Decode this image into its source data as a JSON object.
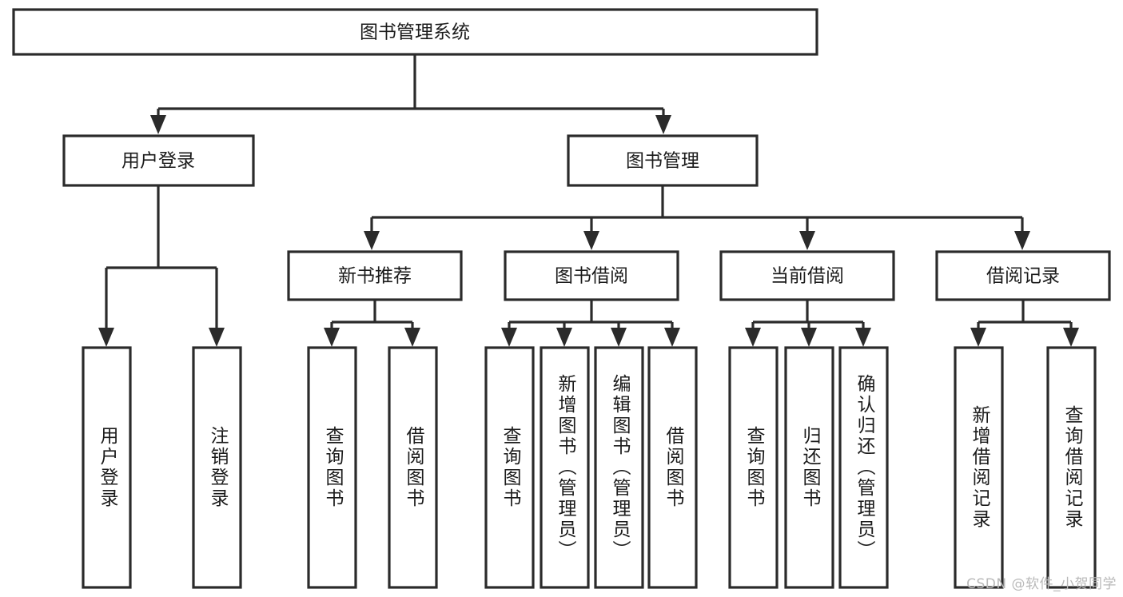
{
  "diagram": {
    "title": "图书管理系统",
    "type": "tree-hierarchy",
    "watermark": "CSDN @软件_小贺同学",
    "colors": {
      "stroke": "#2b2b2b",
      "fill": "#ffffff",
      "text": "#1b1b1b",
      "watermark": "#b9b9b9"
    },
    "root": {
      "id": "root",
      "label": "图书管理系统"
    },
    "level2": [
      {
        "id": "user-login",
        "label": "用户登录"
      },
      {
        "id": "book-manage",
        "label": "图书管理"
      }
    ],
    "level3": [
      {
        "id": "new-book-recommend",
        "label": "新书推荐"
      },
      {
        "id": "book-borrow",
        "label": "图书借阅"
      },
      {
        "id": "current-borrow",
        "label": "当前借阅"
      },
      {
        "id": "borrow-record",
        "label": "借阅记录"
      }
    ],
    "leaves": {
      "user-login": [
        {
          "id": "leaf-user-login",
          "label": "用户登录"
        },
        {
          "id": "leaf-logout",
          "label": "注销登录"
        }
      ],
      "new-book-recommend": [
        {
          "id": "leaf-query-book-1",
          "label": "查询图书"
        },
        {
          "id": "leaf-borrow-book-1",
          "label": "借阅图书"
        }
      ],
      "book-borrow": [
        {
          "id": "leaf-query-book-2",
          "label": "查询图书"
        },
        {
          "id": "leaf-add-book",
          "label": "新增图书（管理员）"
        },
        {
          "id": "leaf-edit-book",
          "label": "编辑图书（管理员）"
        },
        {
          "id": "leaf-borrow-book-2",
          "label": "借阅图书"
        }
      ],
      "current-borrow": [
        {
          "id": "leaf-query-book-3",
          "label": "查询图书"
        },
        {
          "id": "leaf-return-book",
          "label": "归还图书"
        },
        {
          "id": "leaf-confirm-return",
          "label": "确认归还（管理员）"
        }
      ],
      "borrow-record": [
        {
          "id": "leaf-add-record",
          "label": "新增借阅记录"
        },
        {
          "id": "leaf-query-record",
          "label": "查询借阅记录"
        }
      ]
    }
  }
}
